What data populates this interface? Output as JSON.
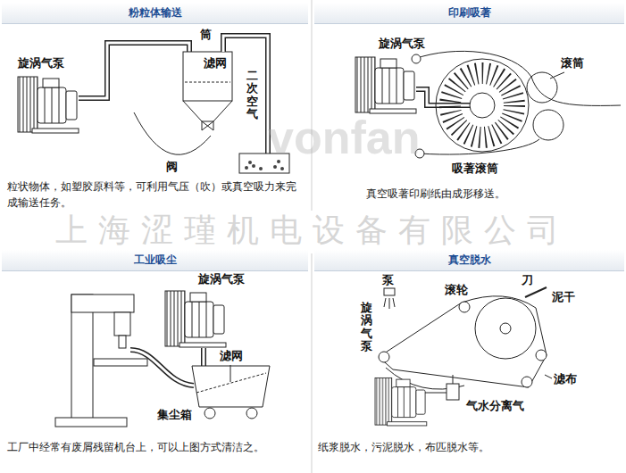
{
  "diagram": {
    "nodes": [
      {
        "text": [
          "粉粒体输送"
        ]
      },
      {
        "text": [
          "印刷吸著"
        ]
      },
      {
        "text": [
          "工业吸尘"
        ]
      },
      {
        "text": [
          "真空脱水"
        ]
      }
    ],
    "labels": [
      "旋涡气泵",
      "筒",
      "滤网",
      "二次空气",
      "阀",
      "粒状物体，如塑胶原料等，可利用气压（吹）或真空吸力来完成输送任务。",
      "旋涡气泵",
      "滚筒",
      "吸著滚筒",
      "真空吸著印刷纸由成形移送。",
      "vonfan",
      "上海涩瑾机电设备有限公司",
      "旋涡气泵",
      "滤网",
      "集尘箱",
      "工厂中经常有废屑残留机台上，可以上图方式清洁之。",
      "泵",
      "旋涡气泵",
      "滚轮",
      "刀",
      "泥干",
      "滤布",
      "气水分离气",
      "纸浆脱水，污泥脱水，布匹脱水等。"
    ]
  }
}
